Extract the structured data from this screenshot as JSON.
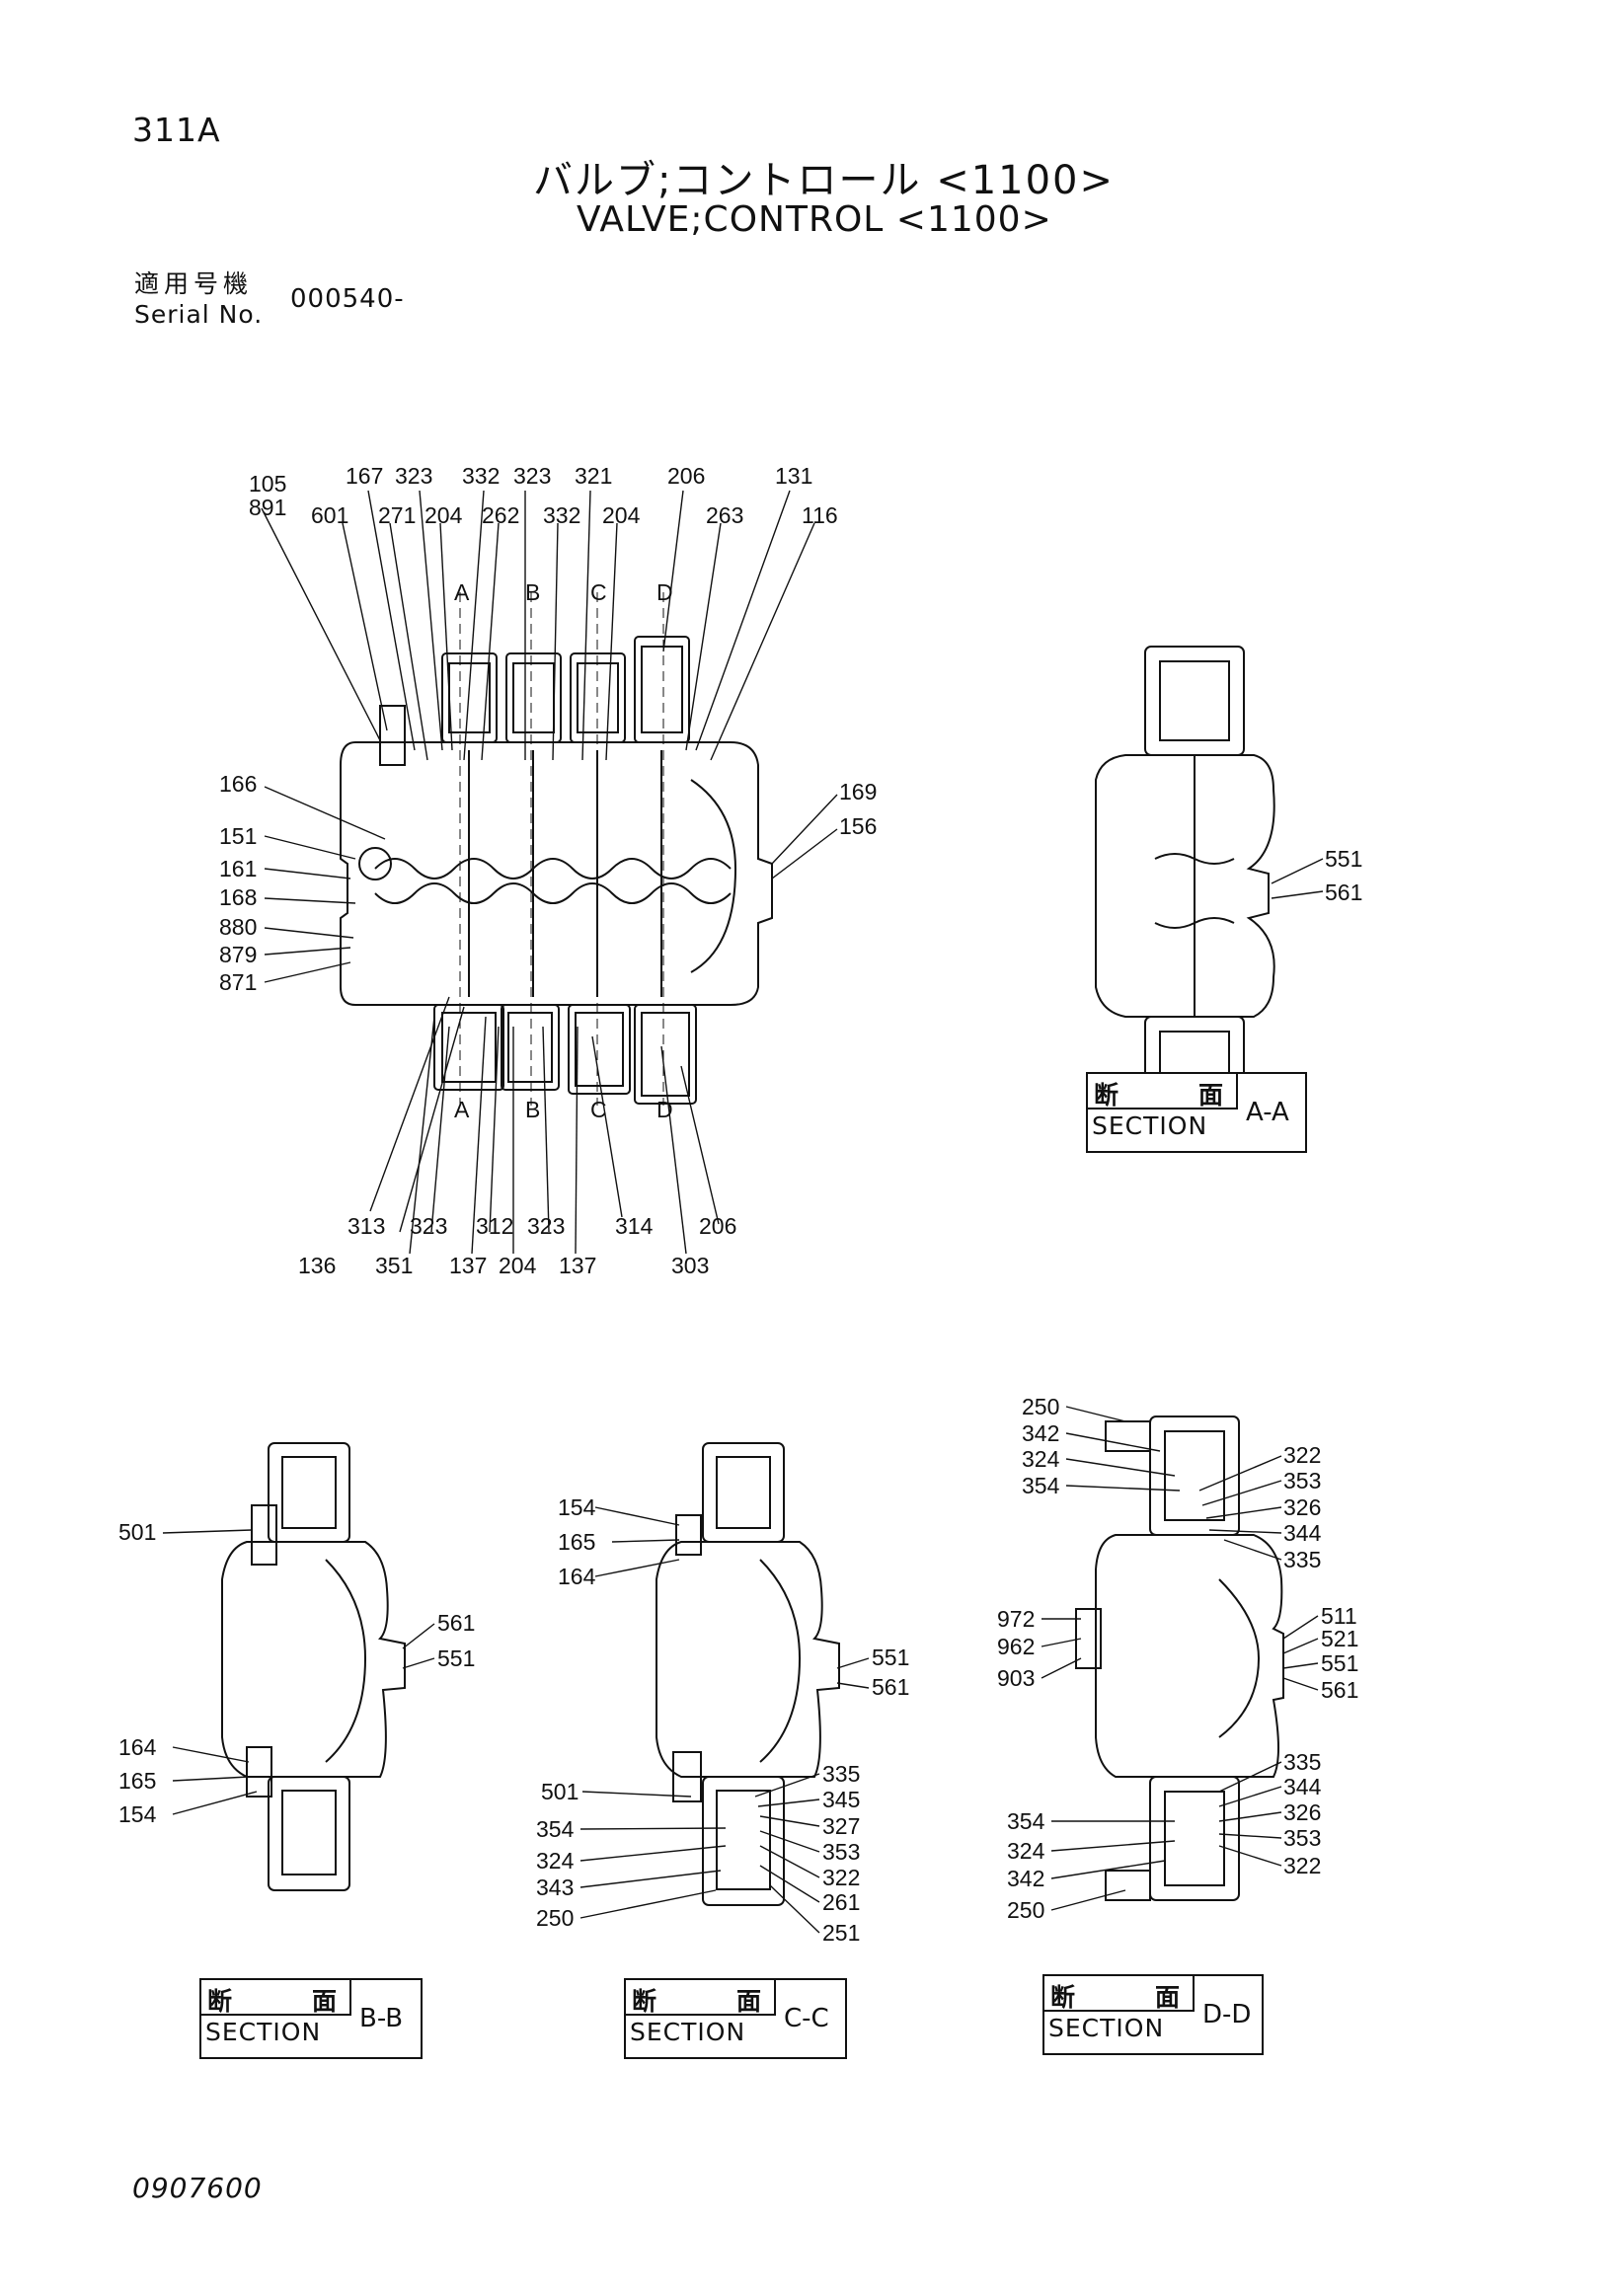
{
  "page_code": "311A",
  "title_ja": "バルブ;コントロール <1100>",
  "title_en": "VALVE;CONTROL <1100>",
  "serial_label_ja": "適用号機",
  "serial_label_en": "Serial No.",
  "serial_value": "000540-",
  "footer_code": "0907600",
  "section_boxes": [
    {
      "kanji_1": "断",
      "kanji_2": "面",
      "label": "SECTION",
      "id": "A-A"
    },
    {
      "kanji_1": "断",
      "kanji_2": "面",
      "label": "SECTION",
      "id": "B-B"
    },
    {
      "kanji_1": "断",
      "kanji_2": "面",
      "label": "SECTION",
      "id": "C-C"
    },
    {
      "kanji_1": "断",
      "kanji_2": "面",
      "label": "SECTION",
      "id": "D-D"
    }
  ],
  "section_markers": [
    "A",
    "B",
    "C",
    "D"
  ],
  "callouts": {
    "main_top": [
      "105",
      "891",
      "601",
      "167",
      "271",
      "323",
      "204",
      "332",
      "262",
      "323",
      "332",
      "321",
      "204",
      "206",
      "263",
      "131",
      "116"
    ],
    "main_left": [
      "166",
      "151",
      "161",
      "168",
      "880",
      "879",
      "871"
    ],
    "main_right": [
      "169",
      "156"
    ],
    "main_bottom": [
      "313",
      "323",
      "312",
      "323",
      "314",
      "206",
      "136",
      "351",
      "137",
      "204",
      "137",
      "303"
    ],
    "section_aa": [
      "551",
      "561"
    ],
    "section_bb": [
      "501",
      "164",
      "165",
      "154",
      "561",
      "551"
    ],
    "section_cc": [
      "154",
      "165",
      "164",
      "551",
      "561",
      "501",
      "354",
      "324",
      "343",
      "250",
      "335",
      "345",
      "327",
      "353",
      "322",
      "261",
      "251"
    ],
    "section_dd": [
      "250",
      "342",
      "324",
      "354",
      "322",
      "353",
      "326",
      "344",
      "335",
      "972",
      "962",
      "903",
      "511",
      "521",
      "551",
      "561",
      "335",
      "344",
      "326",
      "353",
      "322",
      "354",
      "324",
      "342",
      "250"
    ]
  }
}
